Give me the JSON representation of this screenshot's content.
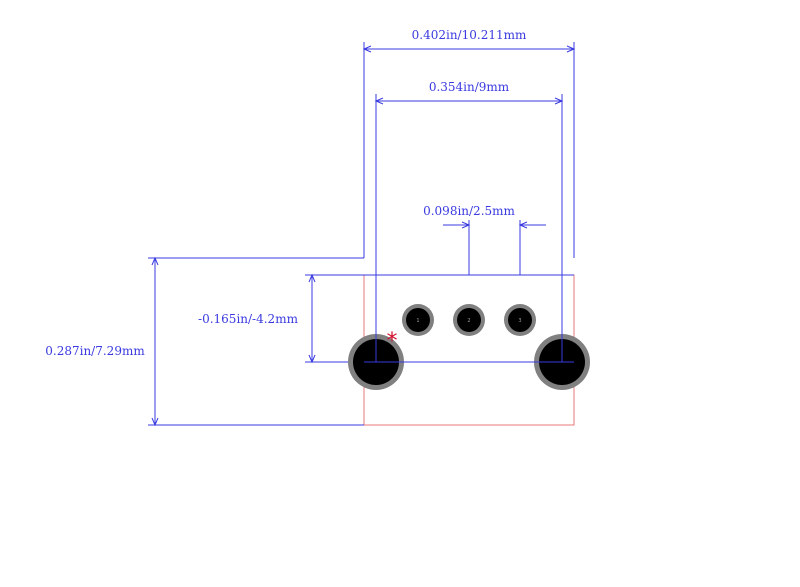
{
  "dimensions": {
    "overall_width": "0.402in/10.211mm",
    "mount_spacing": "0.354in/9mm",
    "pin_pitch": "0.098in/2.5mm",
    "pin_offset": "-0.165in/-4.2mm",
    "overall_height": "0.287in/7.29mm"
  },
  "pins": [
    {
      "label": "1"
    },
    {
      "label": "2"
    },
    {
      "label": "3"
    }
  ],
  "pin1_marker": "*",
  "colors": {
    "dimension": "#3a3ae0",
    "outline": "#e87878",
    "pad_ring": "#808080",
    "pad_fill": "#000000",
    "marker": "#d0102a"
  }
}
